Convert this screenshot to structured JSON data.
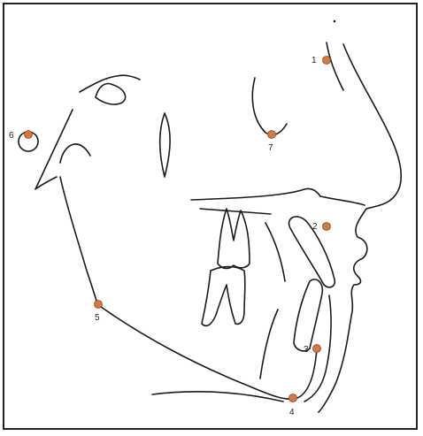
{
  "diagram": {
    "landmark_color": "#d07a45",
    "landmark_stroke": "#8a4a22",
    "landmarks": [
      {
        "label": "1"
      },
      {
        "label": "2"
      },
      {
        "label": "3"
      },
      {
        "label": "4"
      },
      {
        "label": "5"
      },
      {
        "label": "6"
      },
      {
        "label": "7"
      }
    ]
  }
}
